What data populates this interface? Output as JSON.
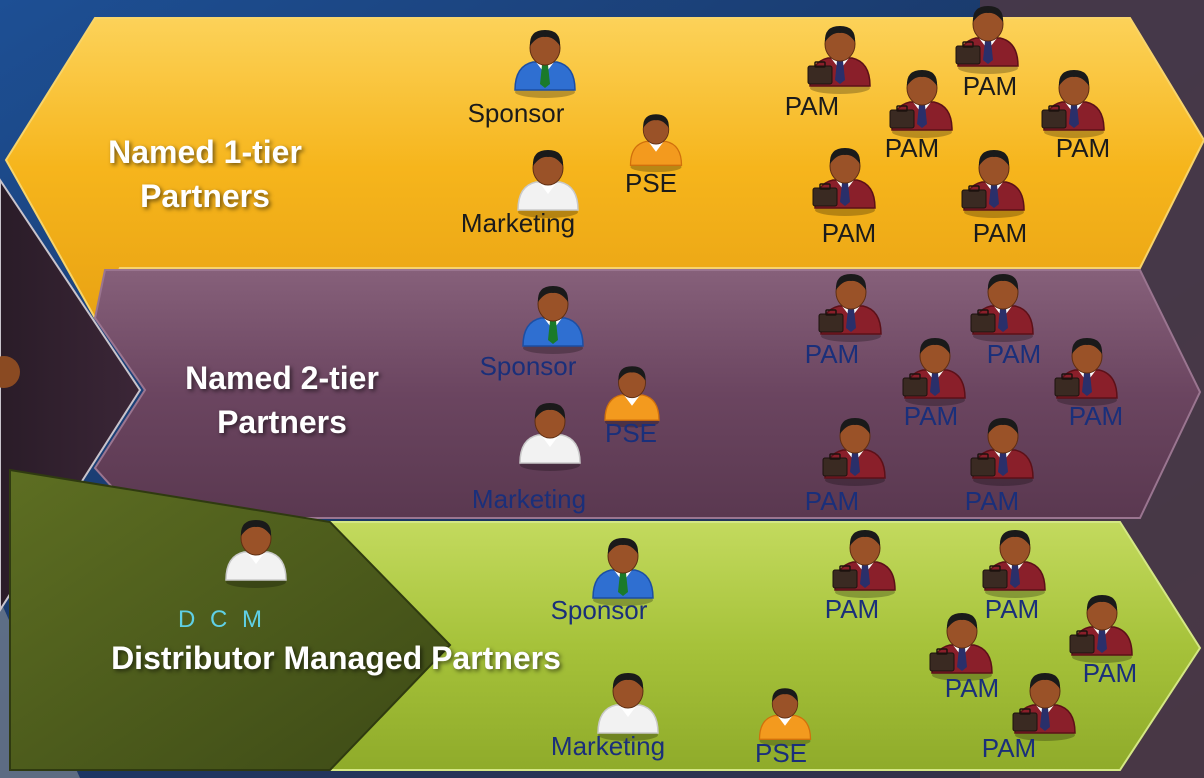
{
  "rows": [
    {
      "id": "tier1",
      "title_line1": "Named 1-tier",
      "title_line2": "Partners",
      "colors": {
        "main": "#f6b51c",
        "light": "#fcd259",
        "dark": "#c98a0c",
        "text": "#1b1b1b"
      },
      "labels": {
        "sponsor": "Sponsor",
        "marketing": "Marketing",
        "pse": "PSE",
        "pam": [
          "PAM",
          "PAM",
          "PAM",
          "PAM",
          "PAM",
          "PAM"
        ]
      }
    },
    {
      "id": "tier2",
      "title_line1": "Named 2-tier",
      "title_line2": "Partners",
      "colors": {
        "main": "#6b4560",
        "light": "#86607a",
        "dark": "#4a2d42",
        "text": "#1a2f7a"
      },
      "labels": {
        "sponsor": "Sponsor",
        "marketing": "Marketing",
        "pse": "PSE",
        "pam": [
          "PAM",
          "PAM",
          "PAM",
          "PAM",
          "PAM",
          "PAM"
        ]
      }
    },
    {
      "id": "distributor",
      "title": "Distributor  Managed Partners",
      "dcm": "D C M",
      "colors": {
        "main": "#a6c23a",
        "light": "#c3da5e",
        "dark": "#4d5c1c",
        "text": "#1a2f7a"
      },
      "labels": {
        "sponsor": "Sponsor",
        "marketing": "Marketing",
        "pse": "PSE",
        "pam": [
          "PAM",
          "PAM",
          "PAM",
          "PAM",
          "PAM"
        ]
      }
    }
  ],
  "icons": {
    "sponsor": "sponsor-person-icon",
    "marketing": "marketing-person-icon",
    "pse": "pse-person-icon",
    "pam": "pam-briefcase-person-icon",
    "dcm": "dcm-person-icon"
  }
}
